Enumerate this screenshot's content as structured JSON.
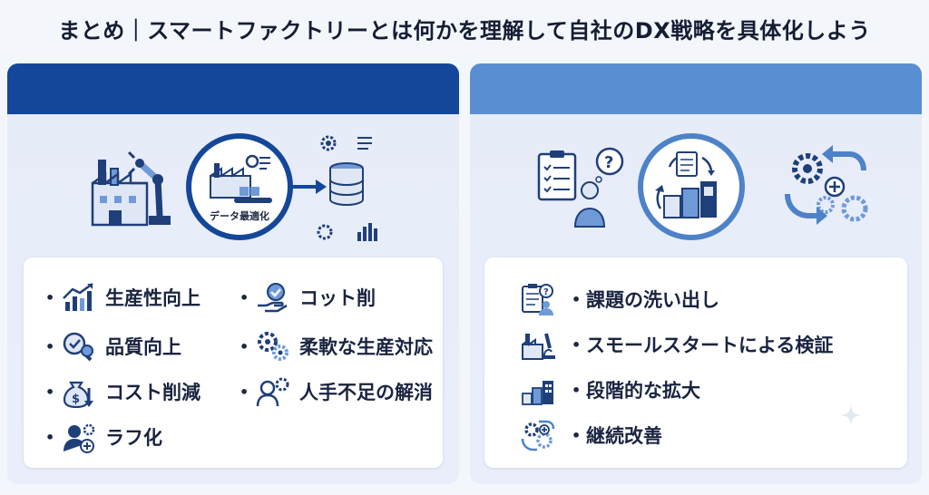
{
  "title": "まとめ｜スマートファクトリーとは何かを理解して自社のDX戦略を具体化しよう",
  "left_panel": {
    "circle_label": "データ最適化",
    "benefits": [
      {
        "label": "生産性向上",
        "icon": "growth-chart-icon"
      },
      {
        "label": "品質向上",
        "icon": "quality-magnifier-icon"
      },
      {
        "label": "コスト削減",
        "icon": "money-bag-down-icon"
      },
      {
        "label": "ラフ化",
        "icon": "user-gear-plus-icon"
      },
      {
        "label": "コット削",
        "icon": "hand-check-icon"
      },
      {
        "label": "柔軟な生産対応",
        "icon": "gears-icon"
      },
      {
        "label": "人手不足の解消",
        "icon": "person-gear-icon"
      }
    ]
  },
  "right_panel": {
    "steps": [
      {
        "label": "課題の洗い出し",
        "icon": "clipboard-question-icon"
      },
      {
        "label": "スモールスタートによる検証",
        "icon": "factory-microscope-icon"
      },
      {
        "label": "段階的な拡大",
        "icon": "factory-expansion-icon"
      },
      {
        "label": "継続改善",
        "icon": "cycle-gears-icon"
      }
    ]
  },
  "colors": {
    "left_header": "#14479a",
    "right_header": "#5a8ed2",
    "icon_dark": "#1f3f7a",
    "icon_light": "#6f9ad8"
  }
}
